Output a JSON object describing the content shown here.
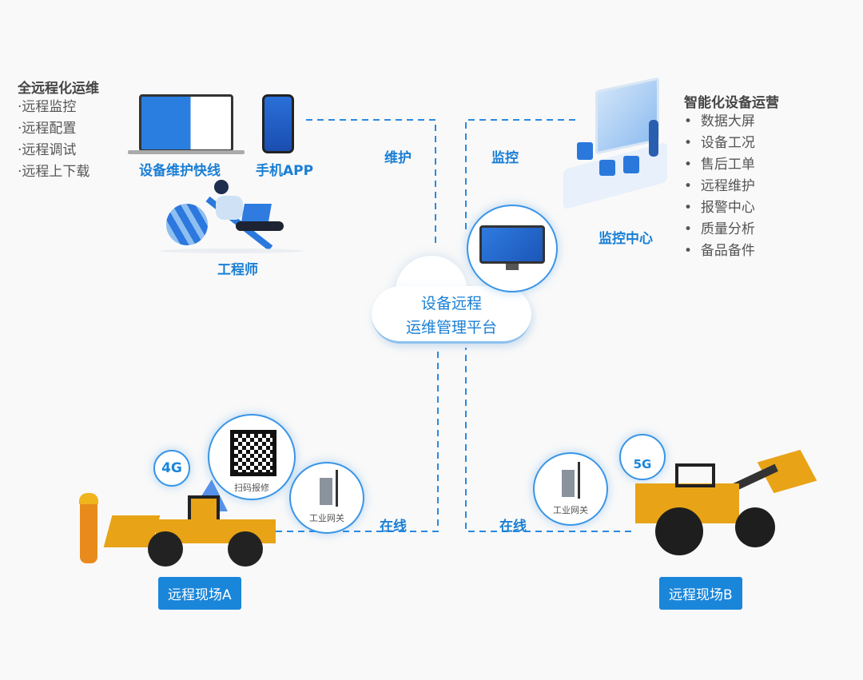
{
  "left_panel": {
    "title": "全远程化运维",
    "items": [
      "·远程监控",
      "·远程配置",
      "·远程调试",
      "·远程上下载"
    ]
  },
  "engineer": {
    "laptop_label": "设备维护快线",
    "phone_label": "手机APP",
    "person_label": "工程师"
  },
  "links": {
    "maintain": "维护",
    "monitor": "监控",
    "online_a": "在线",
    "online_b": "在线"
  },
  "platform": {
    "line1": "设备远程",
    "line2": "运维管理平台"
  },
  "monitor_center": {
    "label": "监控中心"
  },
  "right_panel": {
    "title": "智能化设备运营",
    "items": [
      "数据大屏",
      "设备工况",
      "售后工单",
      "远程维护",
      "报警中心",
      "质量分析",
      "备品备件"
    ]
  },
  "site_a": {
    "button": "远程现场A",
    "qr_label": "扫码报修",
    "gateway_label": "工业网关",
    "network": "4G"
  },
  "site_b": {
    "button": "远程现场B",
    "gateway_label": "工业网关",
    "network": "5G"
  },
  "colors": {
    "accent": "#1a86da",
    "line": "#2a8ae0",
    "loader": "#e8a317"
  }
}
